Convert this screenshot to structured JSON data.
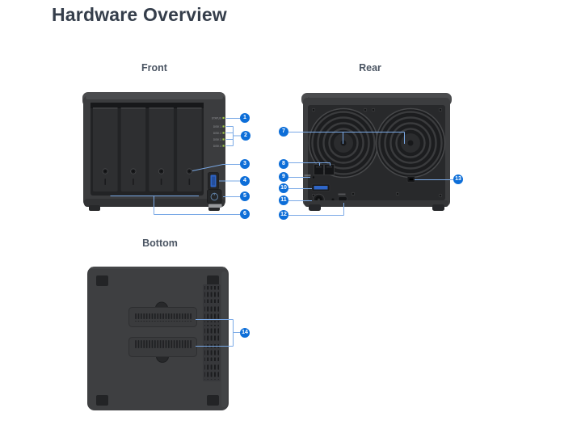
{
  "page": {
    "title": "Hardware Overview"
  },
  "sections": {
    "front": "Front",
    "rear": "Rear",
    "bottom": "Bottom"
  },
  "front_view": {
    "leds": [
      "STATUS",
      "DISK 1",
      "DISK 2",
      "DISK 3",
      "DISK 4"
    ]
  },
  "callouts": [
    {
      "number": "1"
    },
    {
      "number": "2"
    },
    {
      "number": "3"
    },
    {
      "number": "4"
    },
    {
      "number": "5"
    },
    {
      "number": "6"
    },
    {
      "number": "7"
    },
    {
      "number": "8"
    },
    {
      "number": "9"
    },
    {
      "number": "10"
    },
    {
      "number": "11"
    },
    {
      "number": "12"
    },
    {
      "number": "13"
    },
    {
      "number": "14"
    }
  ],
  "colors": {
    "accent": "#0d6ed8",
    "leader_line": "#7aa9e6",
    "title_text": "#353e4b",
    "section_label": "#4b5563",
    "device_body": "#3b3c3e",
    "device_recess": "#222325",
    "led_green": "#a3cf44",
    "usb_blue": "#2f66c8",
    "background": "#ffffff"
  }
}
